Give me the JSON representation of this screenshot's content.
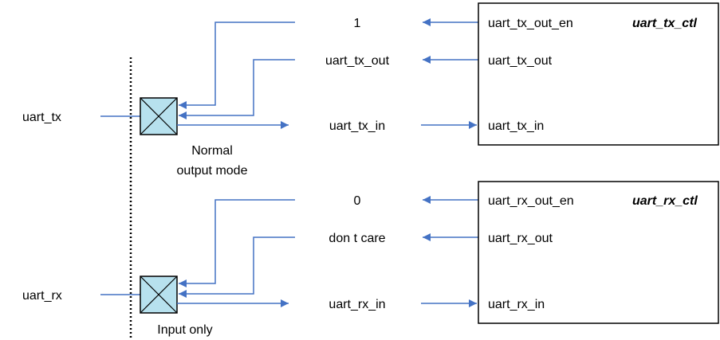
{
  "colors": {
    "wire": "#4472c4",
    "pad_fill": "#b7e1ee",
    "line": "#000000"
  },
  "boundary": {
    "style": "dotted"
  },
  "groups": [
    {
      "pin": "uart_tx",
      "mode_lines": [
        "Normal",
        "output mode"
      ],
      "block": {
        "name": "uart_tx_ctl",
        "ports": [
          "uart_tx_out_en",
          "uart_tx_out",
          "uart_tx_in"
        ]
      },
      "signals": {
        "out_en": "1",
        "out": "uart_tx_out",
        "in": "uart_tx_in"
      }
    },
    {
      "pin": "uart_rx",
      "mode_lines": [
        "Input only"
      ],
      "block": {
        "name": "uart_rx_ctl",
        "ports": [
          "uart_rx_out_en",
          "uart_rx_out",
          "uart_rx_in"
        ]
      },
      "signals": {
        "out_en": "0",
        "out": "don t care",
        "in": "uart_rx_in"
      }
    }
  ]
}
